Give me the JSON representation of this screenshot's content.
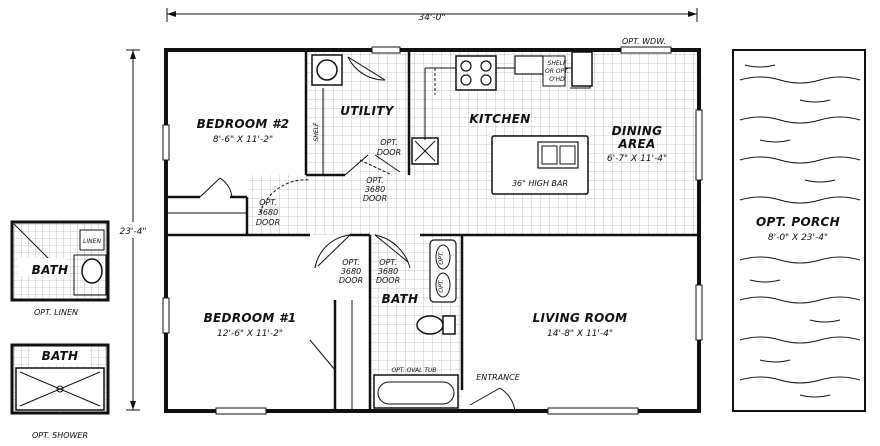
{
  "dimensions": {
    "overall_width": "34'-0\"",
    "overall_depth": "23'-4\""
  },
  "rooms": {
    "bedroom2": {
      "name": "BEDROOM #2",
      "size": "8'-6\" X 11'-2\""
    },
    "bedroom1": {
      "name": "BEDROOM #1",
      "size": "12'-6\" X 11'-2\""
    },
    "utility": {
      "name": "UTILITY"
    },
    "kitchen": {
      "name": "KITCHEN"
    },
    "dining": {
      "name_line1": "DINING",
      "name_line2": "AREA",
      "size": "6'-7\" X 11'-4\""
    },
    "living": {
      "name": "LIVING ROOM",
      "size": "14'-8\" X 11'-4\""
    },
    "bath": {
      "name": "BATH"
    },
    "porch": {
      "name": "OPT. PORCH",
      "size": "8'-0\" X 23'-4\""
    }
  },
  "labels": {
    "shelf_utility": "SHELF",
    "opt_door_line1": "OPT.",
    "opt_door_line2": "DOOR",
    "door3680_a_line1": "OPT.",
    "door3680_a_line2": "3680",
    "door3680_a_line3": "DOOR",
    "door3680_b_line1": "OPT.",
    "door3680_b_line2": "3680",
    "door3680_b_line3": "DOOR",
    "door3680_c_line1": "OPT.",
    "door3680_c_line2": "3680",
    "door3680_c_line3": "DOOR",
    "door3680_d_line1": "OPT.",
    "door3680_d_line2": "3680",
    "door3680_d_line3": "DOOR",
    "high_bar": "36\" HIGH BAR",
    "opt_wdw": "OPT. WDW.",
    "shelf_kitchen_line1": "SHELF",
    "shelf_kitchen_line2": "OR OPT.",
    "shelf_kitchen_line3": "O'HD",
    "opt_oval_tub": "OPT. OVAL TUB",
    "entrance": "ENTRANCE",
    "opt_vanity_1": "OPT.",
    "opt_vanity_2": "OPT."
  },
  "options": {
    "linen_bath": {
      "room": "BATH",
      "linen": "LINEN",
      "caption": "OPT. LINEN"
    },
    "shower_bath": {
      "room": "BATH",
      "caption": "OPT. SHOWER"
    }
  }
}
